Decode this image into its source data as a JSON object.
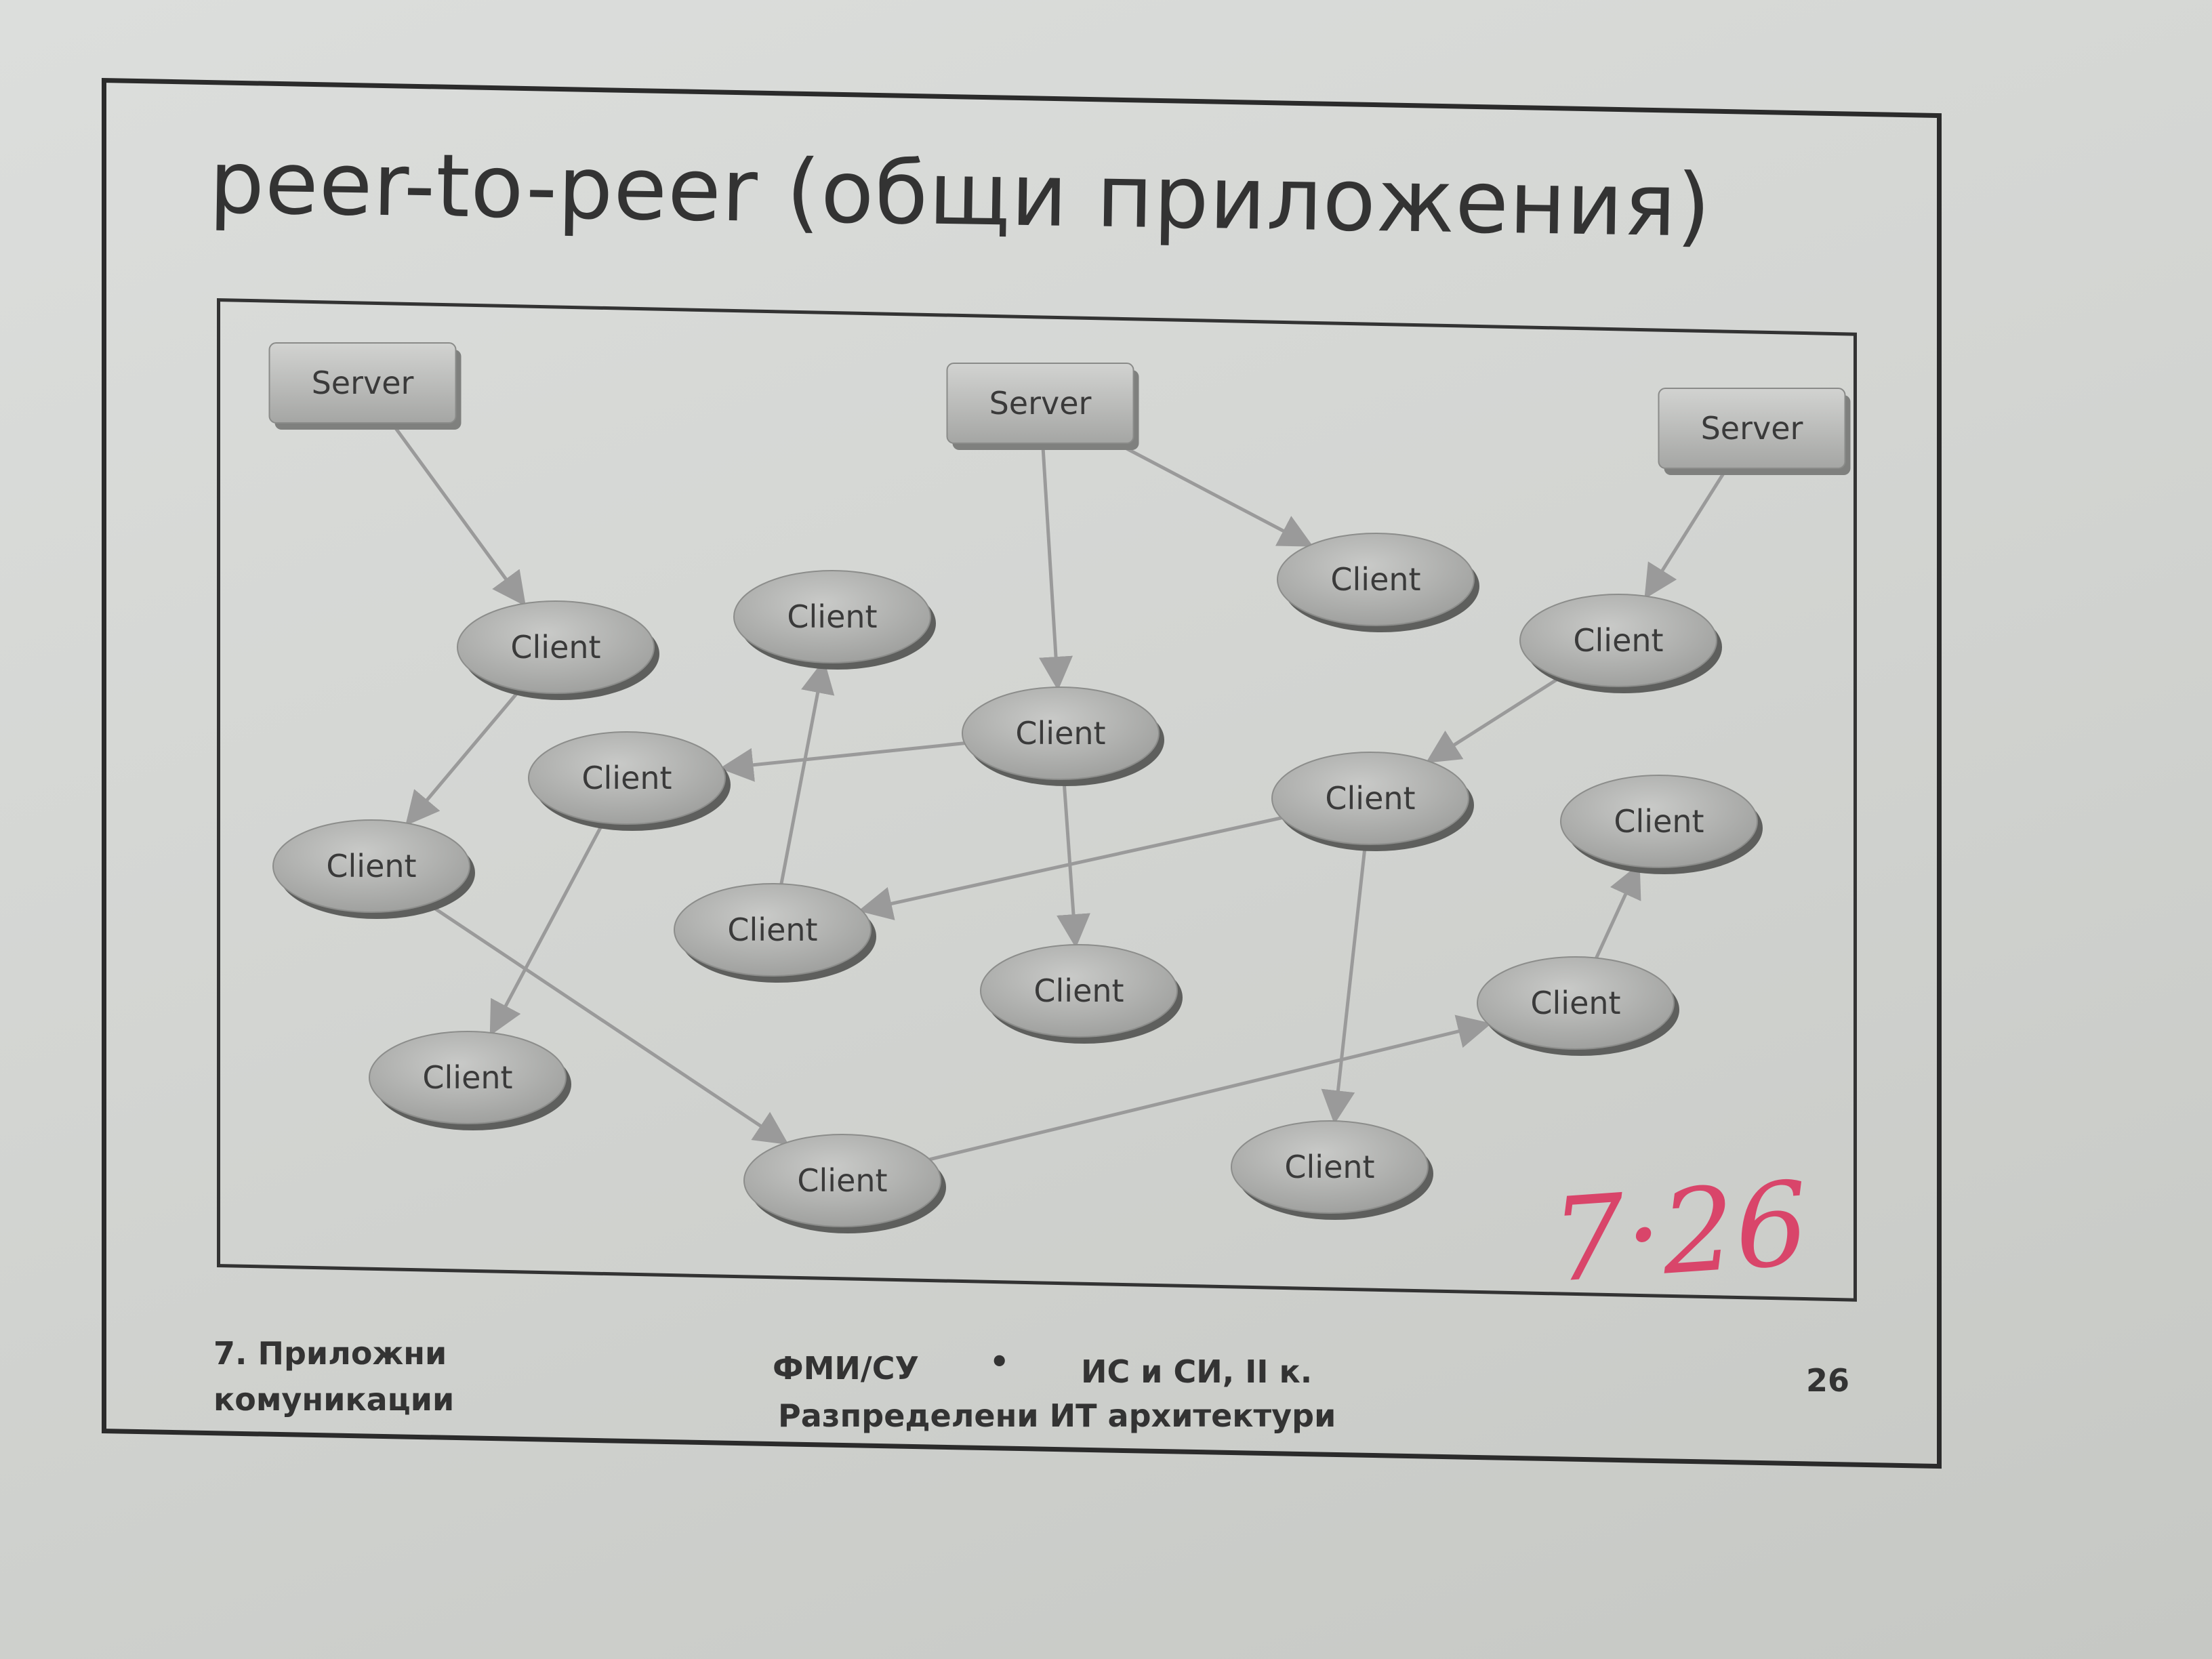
{
  "slide": {
    "title": "peer-to-peer (общи приложения)"
  },
  "diagram": {
    "server_label": "Server",
    "client_label": "Client"
  },
  "footer": {
    "left_line1": "7. Приложни",
    "left_line2": "комуникации",
    "center_line1_a": "ФМИ/СУ",
    "center_separator": "•",
    "center_line1_b": "ИС и СИ, II к.",
    "center_line2": "Разпределени ИТ архитектури",
    "page_number": "26"
  },
  "annotation": {
    "handwritten": "7·26",
    "color": "#d9456a"
  },
  "colors": {
    "node_fill": "#a9aaa8",
    "node_stroke": "#5a5a5a",
    "arrow": "#9a9a9a"
  }
}
